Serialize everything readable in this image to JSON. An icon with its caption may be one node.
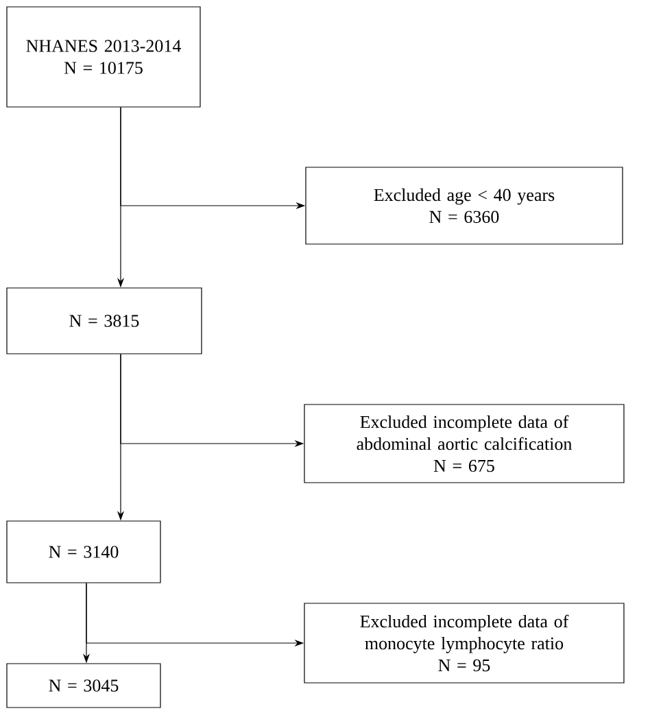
{
  "diagram": {
    "nodes": [
      {
        "text": [
          "NHANES 2013-2014",
          "N = 10175"
        ]
      },
      {
        "text": [
          "Excluded age < 40 years",
          "N = 6360"
        ]
      },
      {
        "text": [
          "N = 3815"
        ]
      },
      {
        "text": [
          "Excluded incomplete data of abdominal aortic calcification",
          "N = 675"
        ]
      },
      {
        "text": [
          "N = 3140"
        ]
      },
      {
        "text": [
          "Excluded incomplete data of monocyte lymphocyte ratio",
          "N = 95"
        ]
      },
      {
        "text": [
          "N = 3045"
        ]
      }
    ],
    "edges": [
      {
        "from": 0,
        "to": 2,
        "arrow": "to"
      },
      {
        "from": 0,
        "to": 1,
        "arrow": "to"
      },
      {
        "from": 2,
        "to": 4,
        "arrow": "to"
      },
      {
        "from": 2,
        "to": 3,
        "arrow": "to"
      },
      {
        "from": 4,
        "to": 6,
        "arrow": "to"
      },
      {
        "from": 4,
        "to": 5,
        "arrow": "to"
      }
    ]
  }
}
